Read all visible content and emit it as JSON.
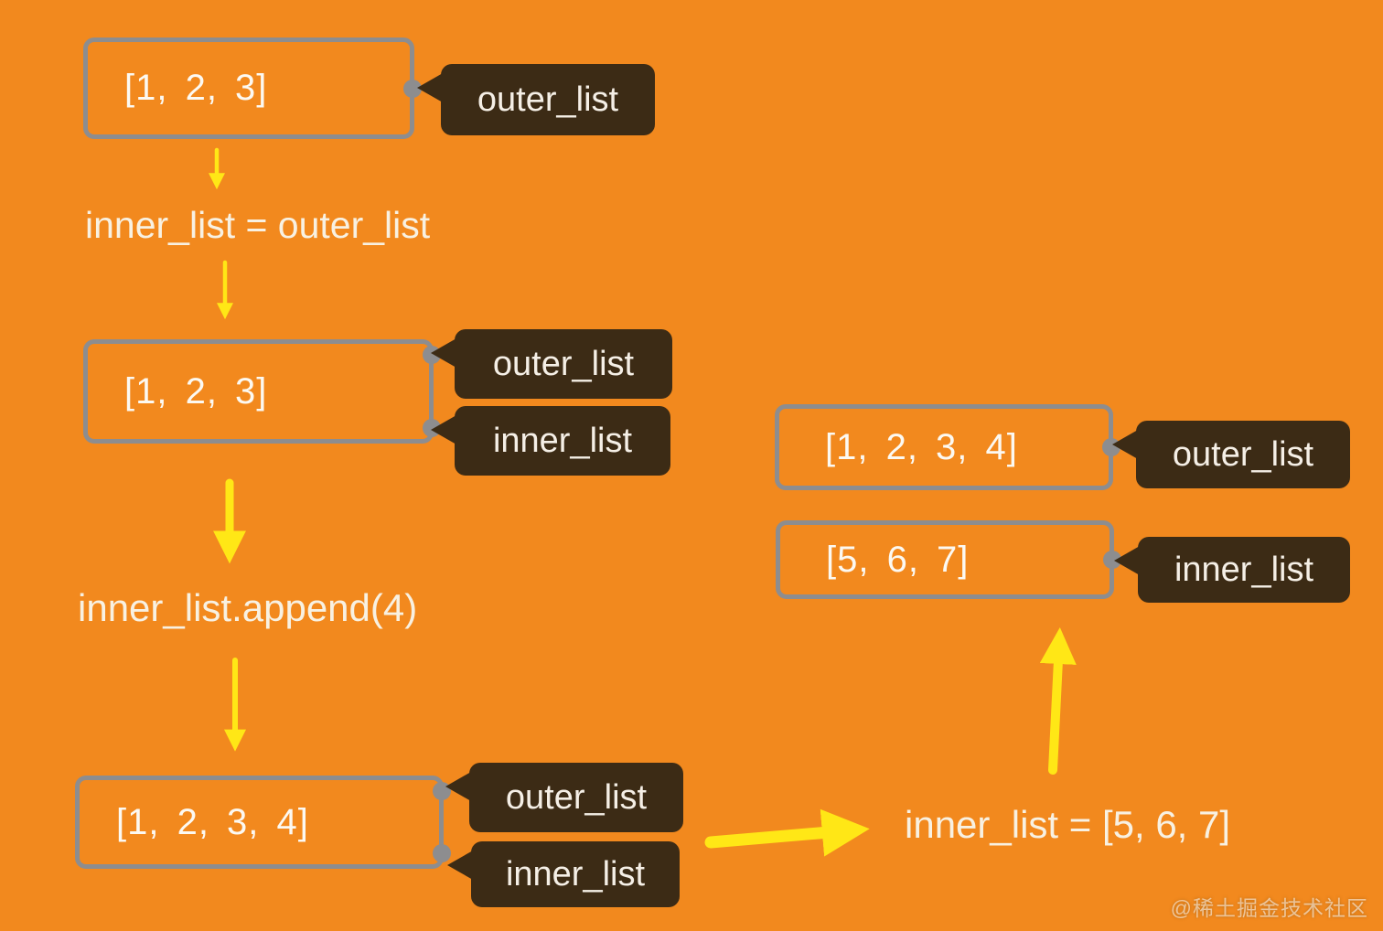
{
  "colors": {
    "background": "#F2891E",
    "box_border": "#8D8D8F",
    "tag_background": "#3C2B15",
    "arrow": "#FFE716",
    "box_text": "#FCF9F2",
    "statement_text": "#F8F1E2",
    "tag_text": "#F5EFE6",
    "watermark_text": "rgba(255,255,255,0.55)"
  },
  "boxes": {
    "box1": {
      "value": "[1, 2, 3]",
      "tag1": "outer_list"
    },
    "box2": {
      "value": "[1, 2, 3]",
      "tag1": "outer_list",
      "tag2": "inner_list"
    },
    "box3": {
      "value": "[1, 2, 3, 4]",
      "tag1": "outer_list",
      "tag2": "inner_list"
    },
    "box4": {
      "value": "[1, 2, 3, 4]",
      "tag1": "outer_list"
    },
    "box5": {
      "value": "[5, 6, 7]",
      "tag1": "inner_list"
    }
  },
  "statements": {
    "assign_alias": "inner_list = outer_list",
    "append": "inner_list.append(4)",
    "reassign": "inner_list = [5, 6, 7]"
  },
  "watermark": "@稀土掘金技术社区"
}
